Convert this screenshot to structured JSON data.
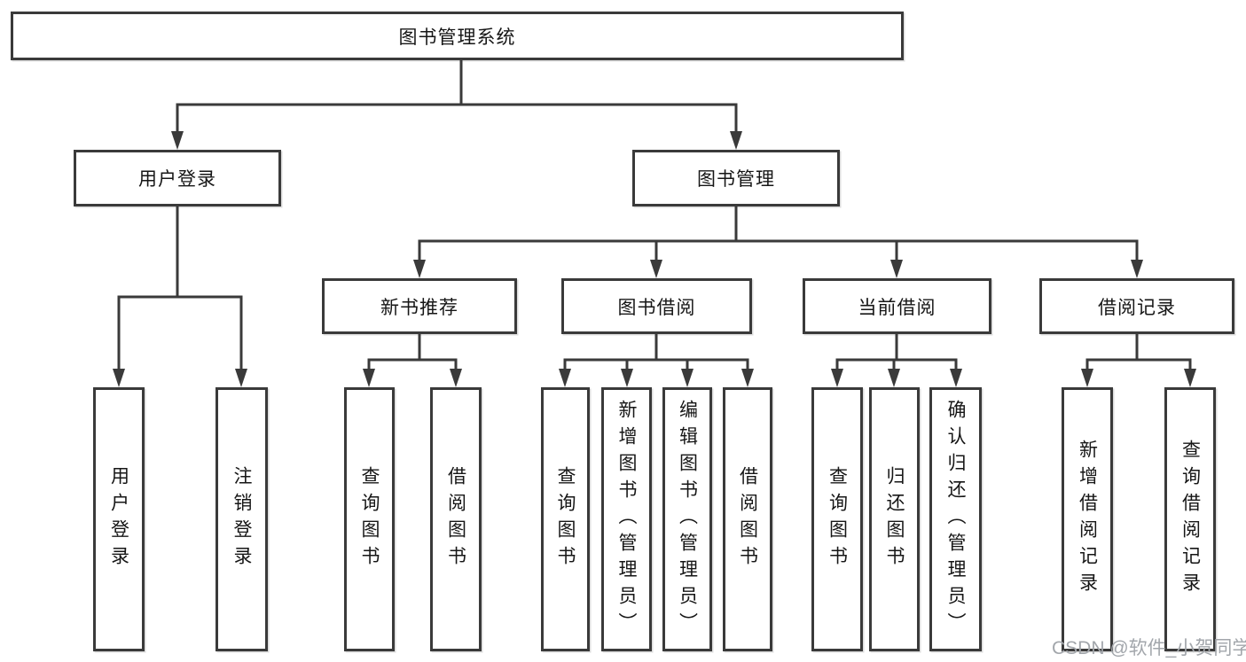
{
  "colors": {
    "line": "#3a3a3a",
    "border": "#3a3a3a",
    "text": "#161616",
    "background": "#ffffff",
    "watermark": "#a2a6ab"
  },
  "watermark": {
    "text": "CSDN @软件_小贺同学"
  },
  "tree": {
    "label": "图书管理系统",
    "children": [
      {
        "label": "用户登录",
        "children": [
          {
            "label": "用户登录"
          },
          {
            "label": "注销登录"
          }
        ]
      },
      {
        "label": "图书管理",
        "children": [
          {
            "label": "新书推荐",
            "children": [
              {
                "label": "查询图书"
              },
              {
                "label": "借阅图书"
              }
            ]
          },
          {
            "label": "图书借阅",
            "children": [
              {
                "label": "查询图书"
              },
              {
                "label": "新增图书（管理员）"
              },
              {
                "label": "编辑图书（管理员）"
              },
              {
                "label": "借阅图书"
              }
            ]
          },
          {
            "label": "当前借阅",
            "children": [
              {
                "label": "查询图书"
              },
              {
                "label": "归还图书"
              },
              {
                "label": "确认归还（管理员）"
              }
            ]
          },
          {
            "label": "借阅记录",
            "children": [
              {
                "label": "新增借阅记录"
              },
              {
                "label": "查询借阅记录"
              }
            ]
          }
        ]
      }
    ]
  }
}
